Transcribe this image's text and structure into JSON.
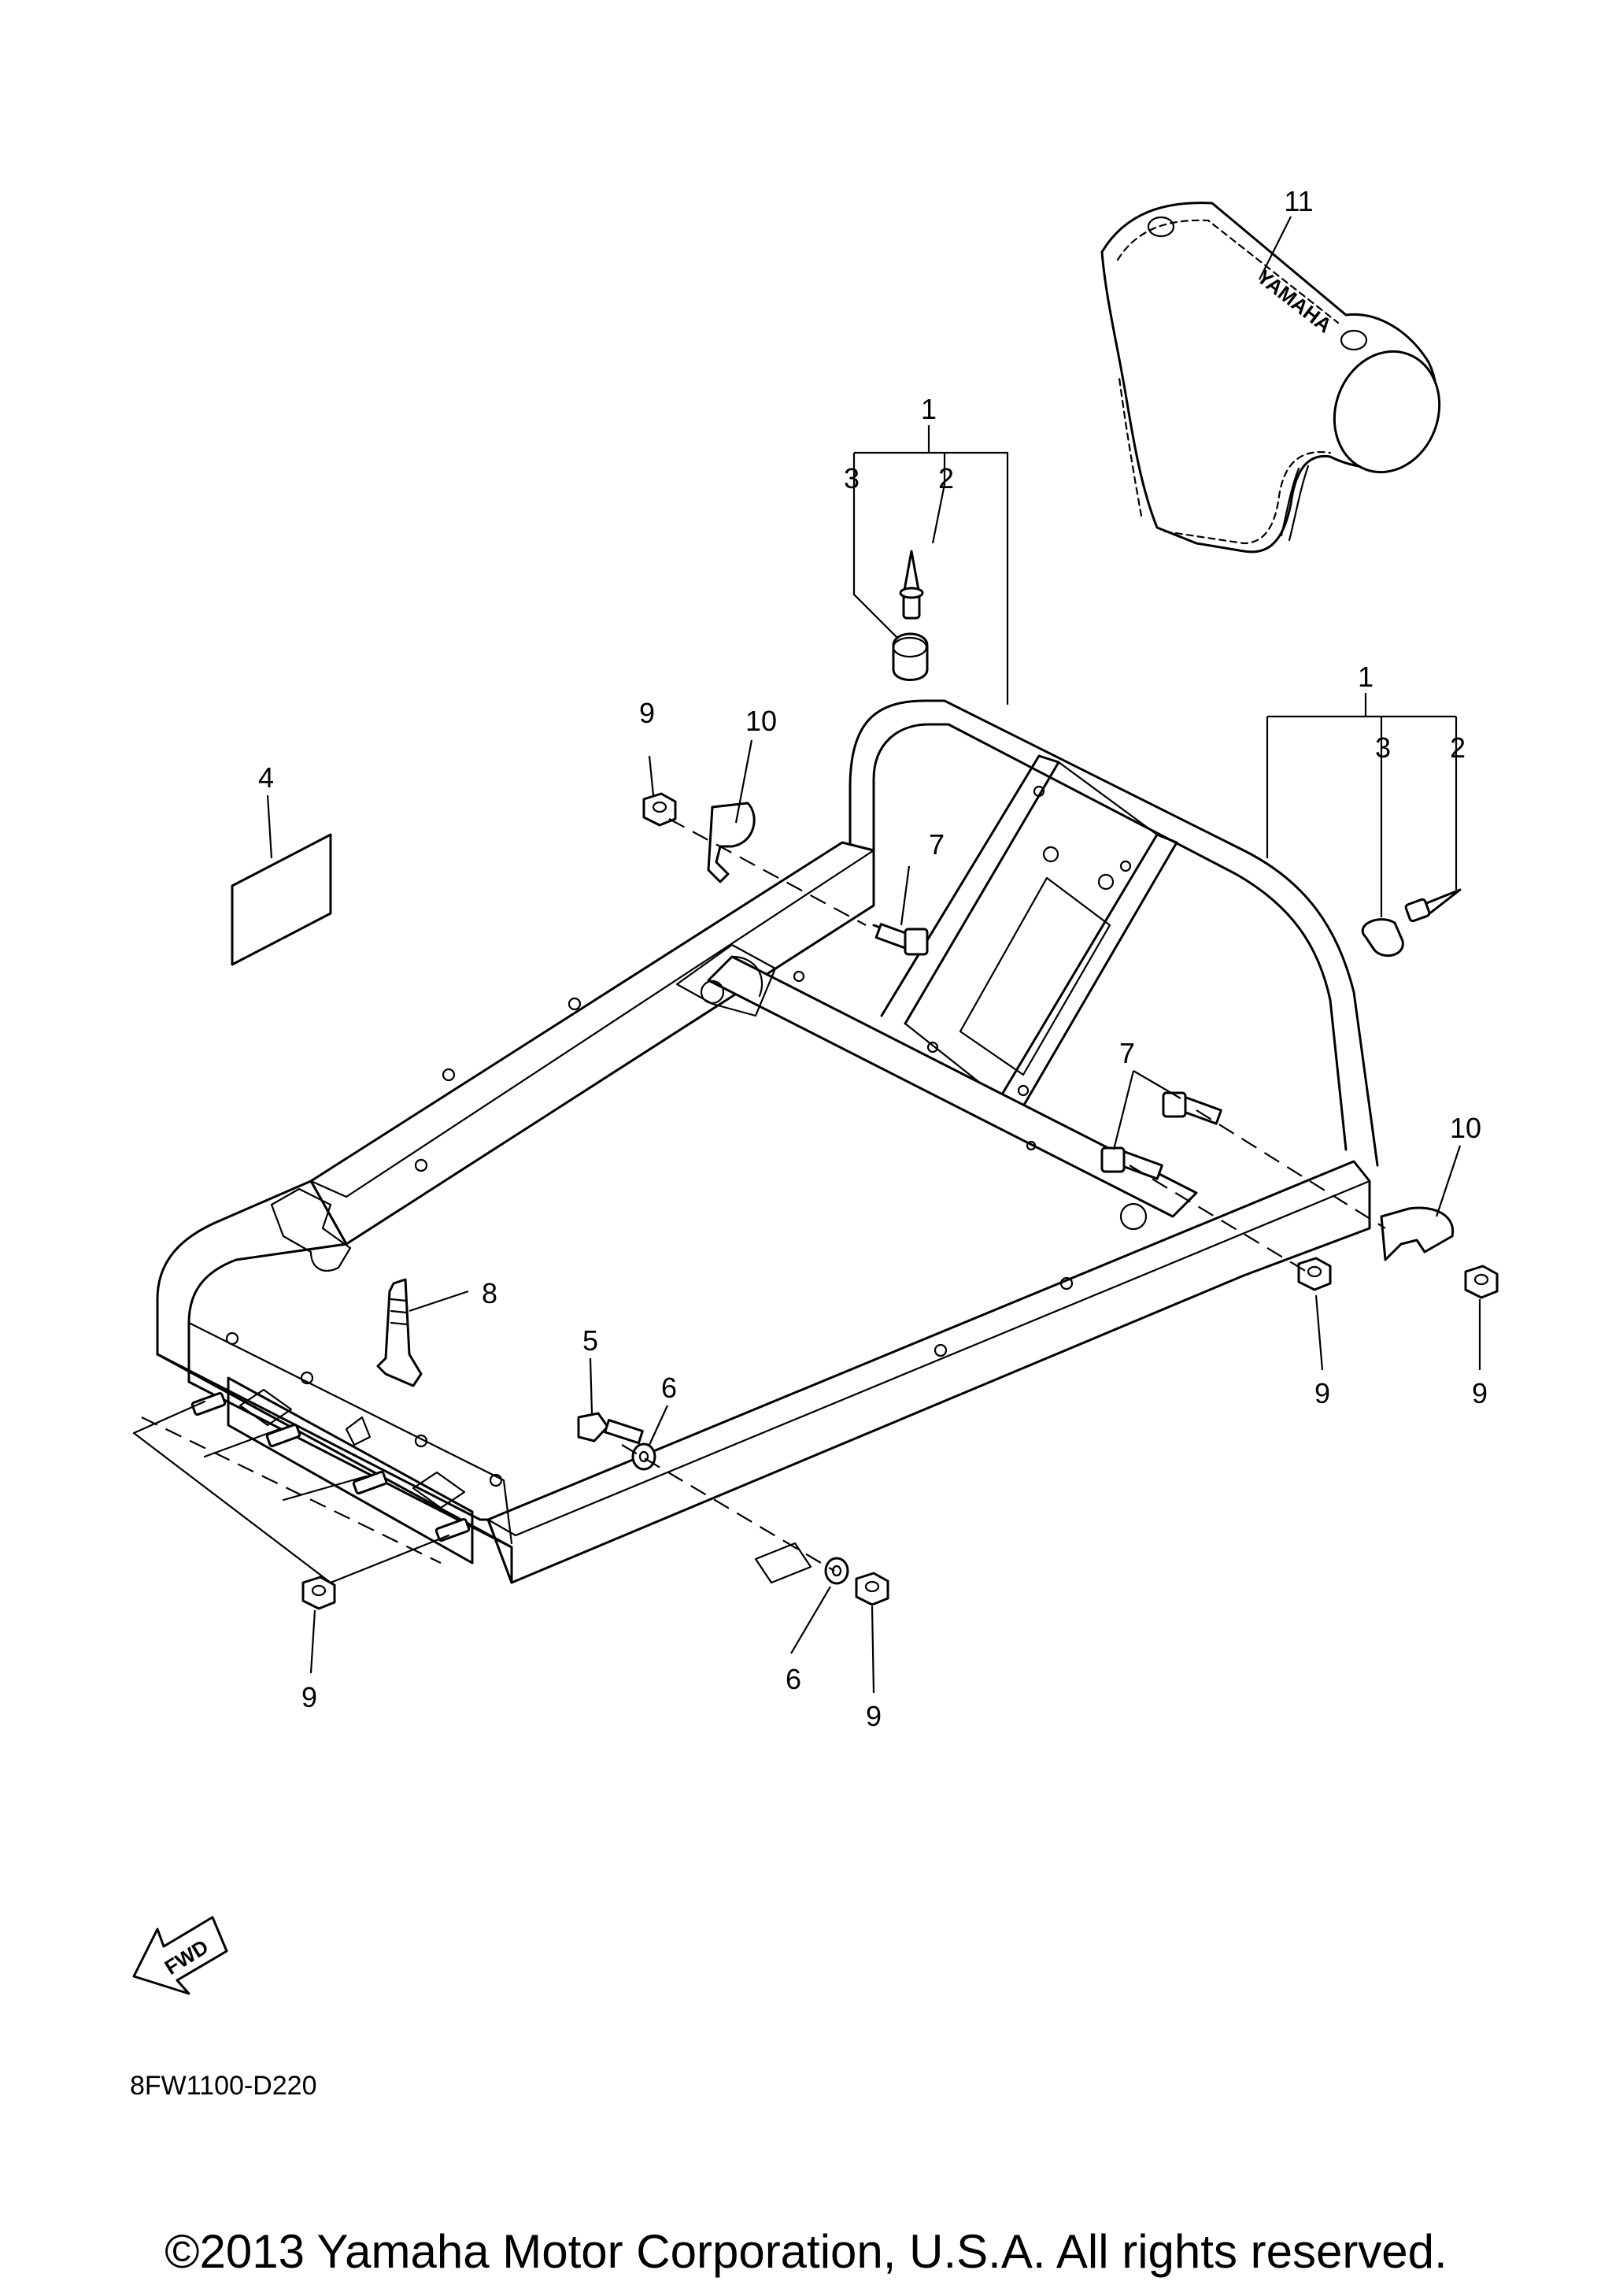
{
  "diagram": {
    "callouts": [
      {
        "id": "c11",
        "label": "11"
      },
      {
        "id": "c1a",
        "label": "1"
      },
      {
        "id": "c3a",
        "label": "3"
      },
      {
        "id": "c2a",
        "label": "2"
      },
      {
        "id": "c1b",
        "label": "1"
      },
      {
        "id": "c3b",
        "label": "3"
      },
      {
        "id": "c2b",
        "label": "2"
      },
      {
        "id": "c9a",
        "label": "9"
      },
      {
        "id": "c10a",
        "label": "10"
      },
      {
        "id": "c4",
        "label": "4"
      },
      {
        "id": "c7a",
        "label": "7"
      },
      {
        "id": "c7b",
        "label": "7"
      },
      {
        "id": "c10b",
        "label": "10"
      },
      {
        "id": "c8",
        "label": "8"
      },
      {
        "id": "c5",
        "label": "5"
      },
      {
        "id": "c6a",
        "label": "6"
      },
      {
        "id": "c9b",
        "label": "9"
      },
      {
        "id": "c9c",
        "label": "9"
      },
      {
        "id": "c9d",
        "label": "9"
      },
      {
        "id": "c6b",
        "label": "6"
      },
      {
        "id": "c9e",
        "label": "9"
      }
    ],
    "brand_mark": "YAMAHA",
    "direction_arrow": "FWD",
    "drawing_code": "8FW1100-D220",
    "copyright": "©2013 Yamaha Motor Corporation, U.S.A. All rights reserved."
  }
}
